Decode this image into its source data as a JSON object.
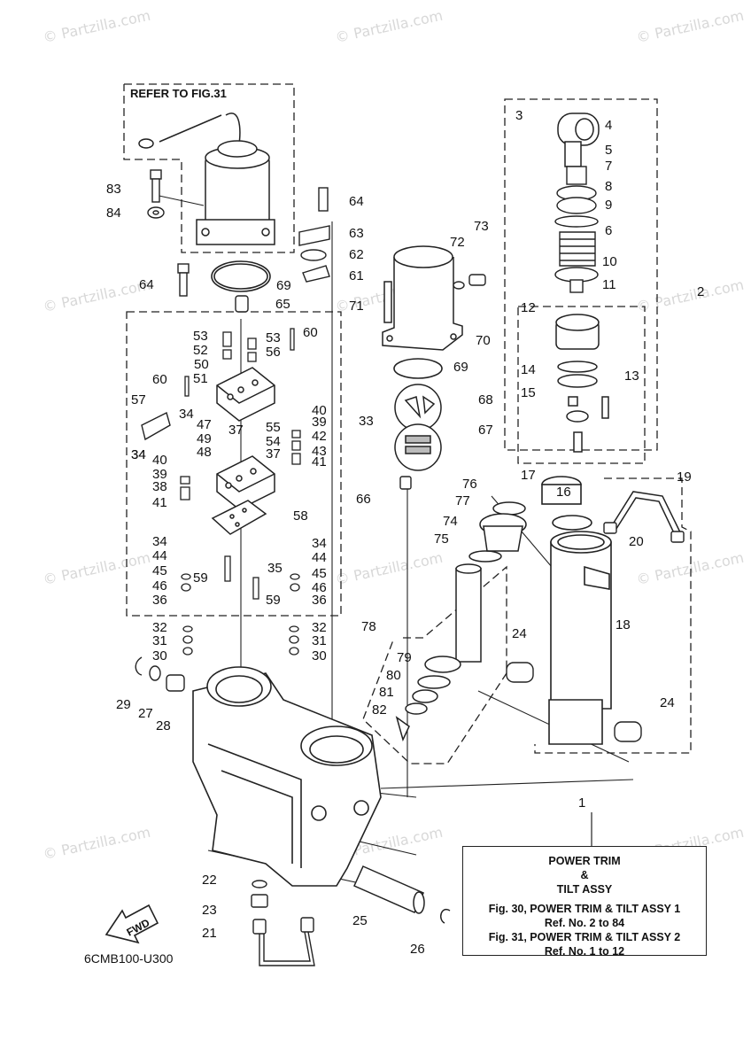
{
  "watermark": "© Partzilla.com",
  "refer_label": "REFER TO FIG.31",
  "fwd_label": "FWD",
  "diagram_code": "6CMB100-U300",
  "legend": {
    "number": "1",
    "title_line1": "POWER TRIM",
    "title_line2": "&",
    "title_line3": "TILT ASSY",
    "ref1_line1": "Fig. 30, POWER TRIM & TILT ASSY 1",
    "ref1_line2": "Ref. No. 2 to 84",
    "ref2_line1": "Fig. 31, POWER TRIM & TILT ASSY 2",
    "ref2_line2": "Ref. No. 1 to 12"
  },
  "callouts": [
    "2",
    "3",
    "4",
    "5",
    "6",
    "7",
    "8",
    "9",
    "10",
    "11",
    "12",
    "13",
    "14",
    "15",
    "16",
    "17",
    "18",
    "19",
    "20",
    "21",
    "22",
    "23",
    "24",
    "25",
    "26",
    "27",
    "28",
    "29",
    "30",
    "31",
    "32",
    "33",
    "34",
    "35",
    "36",
    "37",
    "38",
    "39",
    "40",
    "41",
    "42",
    "43",
    "44",
    "45",
    "46",
    "47",
    "48",
    "49",
    "50",
    "51",
    "52",
    "53",
    "54",
    "55",
    "56",
    "57",
    "58",
    "59",
    "60",
    "61",
    "62",
    "63",
    "64",
    "65",
    "66",
    "67",
    "68",
    "69",
    "70",
    "71",
    "72",
    "73",
    "74",
    "75",
    "76",
    "77",
    "78",
    "79",
    "80",
    "81",
    "82",
    "83",
    "84"
  ]
}
